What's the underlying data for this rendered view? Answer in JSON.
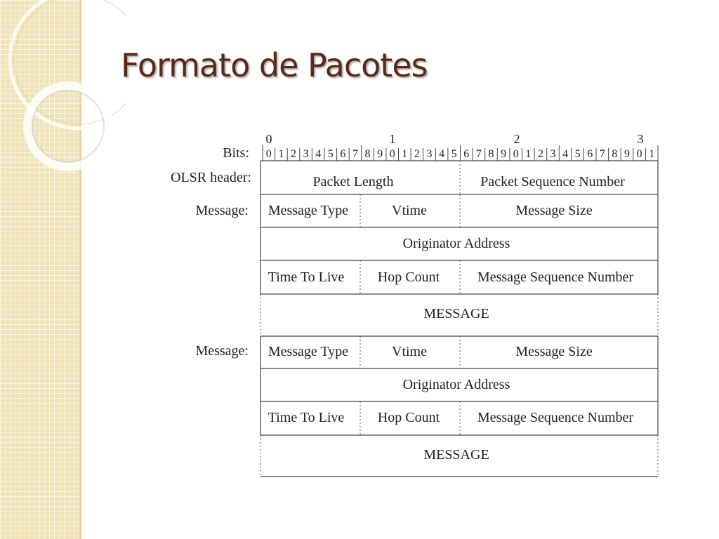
{
  "slide": {
    "title": "Formato de Pacotes"
  },
  "diagram": {
    "bits_label": "Bits:",
    "bit_group_labels": [
      "0",
      "1",
      "2",
      "3"
    ],
    "bit_digits": [
      "0",
      "1",
      "2",
      "3",
      "4",
      "5",
      "6",
      "7",
      "8",
      "9",
      "0",
      "1",
      "2",
      "3",
      "4",
      "5",
      "6",
      "7",
      "8",
      "9",
      "0",
      "1",
      "2",
      "3",
      "4",
      "5",
      "6",
      "7",
      "8",
      "9",
      "0",
      "1"
    ],
    "row_labels": {
      "olsr_header": "OLSR header:",
      "message_1": "Message:",
      "message_2": "Message:"
    },
    "olsr_header": {
      "packet_length": "Packet Length",
      "packet_sequence_number": "Packet Sequence Number"
    },
    "messages": [
      {
        "message_type": "Message Type",
        "vtime": "Vtime",
        "message_size": "Message Size",
        "originator_address": "Originator Address",
        "time_to_live": "Time To Live",
        "hop_count": "Hop Count",
        "message_sequence_number": "Message Sequence Number",
        "message": "MESSAGE"
      },
      {
        "message_type": "Message Type",
        "vtime": "Vtime",
        "message_size": "Message Size",
        "originator_address": "Originator Address",
        "time_to_live": "Time To Live",
        "hop_count": "Hop Count",
        "message_sequence_number": "Message Sequence Number",
        "message": "MESSAGE"
      }
    ]
  }
}
